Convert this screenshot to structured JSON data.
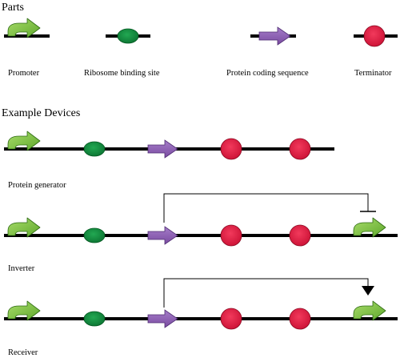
{
  "headings": {
    "parts": "Parts",
    "examples": "Example Devices"
  },
  "parts": [
    {
      "label": "Promoter",
      "glyph": "promoter-arrow"
    },
    {
      "label": "Ribosome binding site",
      "glyph": "ellipse"
    },
    {
      "label": "Protein coding sequence",
      "glyph": "block-arrow"
    },
    {
      "label": "Terminator",
      "glyph": "circle"
    }
  ],
  "devices": [
    {
      "label": "Protein generator",
      "parts": [
        "promoter",
        "rbs",
        "cds",
        "terminator",
        "terminator"
      ],
      "regulation": "none"
    },
    {
      "label": "Inverter",
      "parts": [
        "promoter",
        "rbs",
        "cds",
        "terminator",
        "terminator",
        "promoter"
      ],
      "regulation": "repression"
    },
    {
      "label": "Receiver",
      "parts": [
        "promoter",
        "rbs",
        "cds",
        "terminator",
        "terminator",
        "promoter"
      ],
      "regulation": "activation"
    }
  ],
  "colors": {
    "promoter_fill": "#7CC242",
    "promoter_stroke": "#2E6B12",
    "rbs_fill": "#0E8C3C",
    "rbs_stroke": "#055A22",
    "cds_fill": "#8A5BAF",
    "cds_stroke": "#4E2B72",
    "terminator_fill": "#E8173F",
    "terminator_stroke": "#8A0A22",
    "backbone": "#000000",
    "regulation_line": "#000000"
  }
}
